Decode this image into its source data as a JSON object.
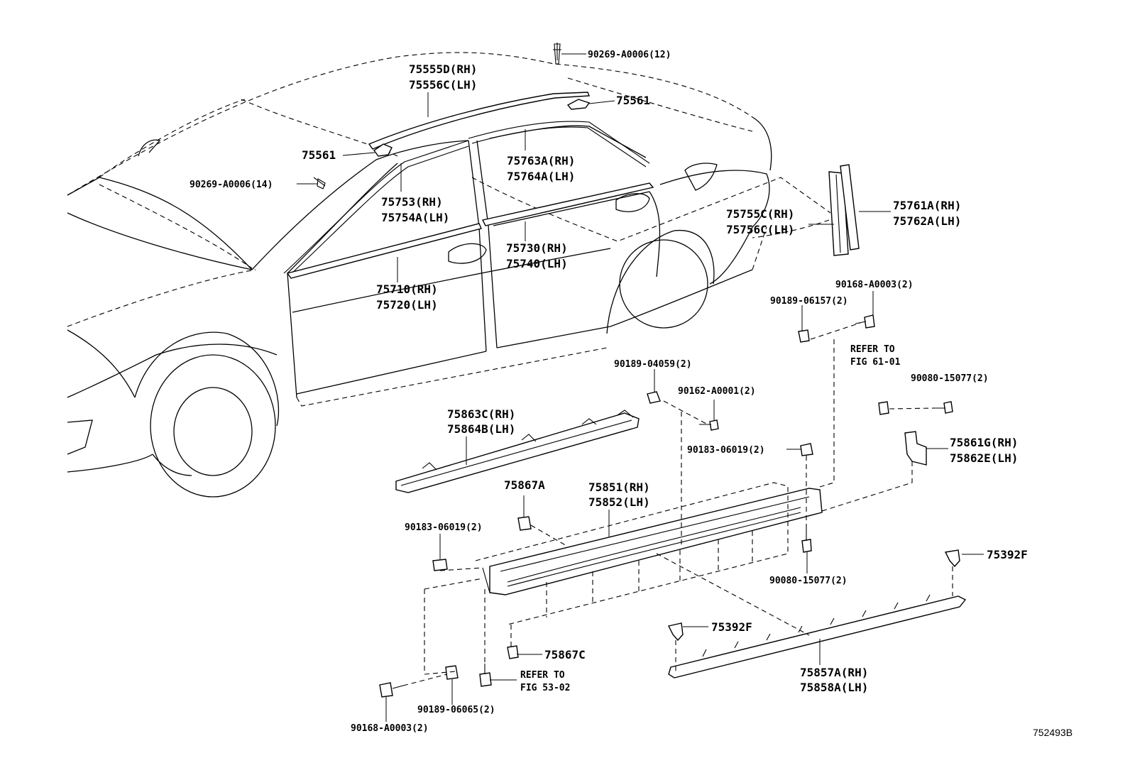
{
  "diagram_code": "752493B",
  "labels": {
    "p90269_12": "90269-A0006(12)",
    "p75555d": "75555D(RH)",
    "p75556c": "75556C(LH)",
    "p75561_top": "75561",
    "p75561_left": "75561",
    "p90269_14": "90269-A0006(14)",
    "p75763a": "75763A(RH)",
    "p75764a": "75764A(LH)",
    "p75753": "75753(RH)",
    "p75754a": "75754A(LH)",
    "p75755c": "75755C(RH)",
    "p75756c": "75756C(LH)",
    "p75761a": "75761A(RH)",
    "p75762a": "75762A(LH)",
    "p75730": "75730(RH)",
    "p75740": "75740(LH)",
    "p75710": "75710(RH)",
    "p75720": "75720(LH)",
    "p90168_top": "90168-A0003(2)",
    "p90189_06157": "90189-06157(2)",
    "refer1_a": "REFER TO",
    "refer1_b": "FIG 61-01",
    "p90080_top": "90080-15077(2)",
    "p90189_04059": "90189-04059(2)",
    "p90162": "90162-A0001(2)",
    "p75863c": "75863C(RH)",
    "p75864b": "75864B(LH)",
    "p75861g": "75861G(RH)",
    "p75862e": "75862E(LH)",
    "p90183_right": "90183-06019(2)",
    "p75867a": "75867A",
    "p75851": "75851(RH)",
    "p75852": "75852(LH)",
    "p90183_left": "90183-06019(2)",
    "p90080_bottom": "90080-15077(2)",
    "p75392f_right": "75392F",
    "p75392f_left": "75392F",
    "p75867c": "75867C",
    "refer2_a": "REFER TO",
    "refer2_b": "FIG 53-02",
    "p75857a": "75857A(RH)",
    "p75858a": "75858A(LH)",
    "p90189_06065": "90189-06065(2)",
    "p90168_bottom": "90168-A0003(2)"
  }
}
